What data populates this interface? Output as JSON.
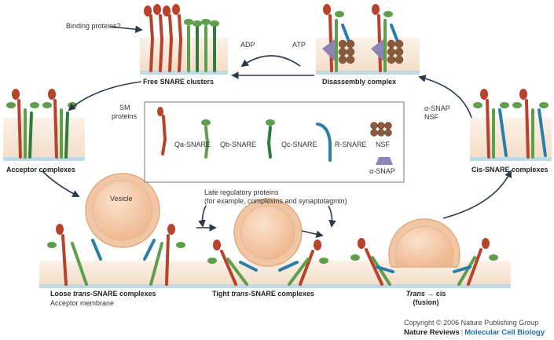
{
  "labels": {
    "binding_proteins": "Binding proteins?",
    "adp": "ADP",
    "atp": "ATP",
    "free_snare_clusters": "Free SNARE clusters",
    "disassembly_complex": "Disassembly complex",
    "sm_proteins_line1": "SM",
    "sm_proteins_line2": "proteins",
    "alpha_snap_nsf_line1": "α-SNAP",
    "alpha_snap_nsf_line2": "NSF",
    "acceptor_complexes": "Acceptor complexes",
    "cis_snare_complexes": "Cis-SNARE complexes",
    "vesicle": "Vesicle",
    "late_regulatory_line1": "Late regulatory proteins",
    "late_regulatory_line2": "(for example, complexins and synaptotagmin)",
    "loose_prefix": "Loose ",
    "loose_italic": "trans",
    "loose_suffix": "-SNARE complexes",
    "acceptor_membrane": "Acceptor membrane",
    "tight_prefix": "Tight ",
    "tight_italic": "trans",
    "tight_suffix": "-SNARE complexes",
    "trans_italic": "Trans",
    "trans_arrow": " → cis",
    "fusion": "(fusion)"
  },
  "legend": {
    "qa": "Qa-SNARE",
    "qb": "Qb-SNARE",
    "qc": "Qc-SNARE",
    "r": "R-SNARE",
    "nsf": "NSF",
    "alpha_snap": "α-SNAP"
  },
  "footer": {
    "copyright": "Copyright © 2006 Nature Publishing Group",
    "publisher_left": "Nature Reviews",
    "publisher_sep": "|",
    "publisher_right": "Molecular Cell Biology"
  },
  "colors": {
    "qa": "#b8432a",
    "qb": "#5f9e4c",
    "qc": "#2f7e3f",
    "r": "#2a7fa8",
    "nsf": "#8a5a3c",
    "alpha_snap": "#8d83b4",
    "membrane": "#f5e3d2",
    "membrane_edge": "#bfd9e6",
    "vesicle": "#f2c9a8",
    "arrow": "#2b3a4a"
  }
}
